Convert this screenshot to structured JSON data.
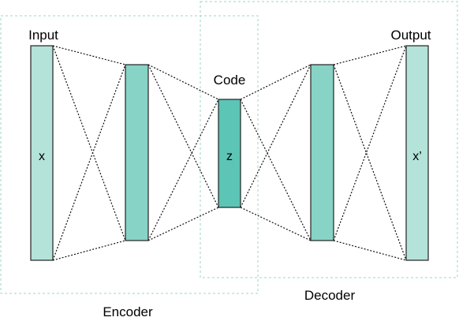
{
  "labels": {
    "input": "Input",
    "code": "Code",
    "output": "Output",
    "encoder": "Encoder",
    "decoder": "Decoder",
    "x": "x",
    "z": "z",
    "x_prime": "x’"
  },
  "colors": {
    "io_layer": "#b3e3d9",
    "hidden_layer": "#87d3c6",
    "code_layer": "#5cc5b5",
    "region_border": "#9cd6cc"
  }
}
